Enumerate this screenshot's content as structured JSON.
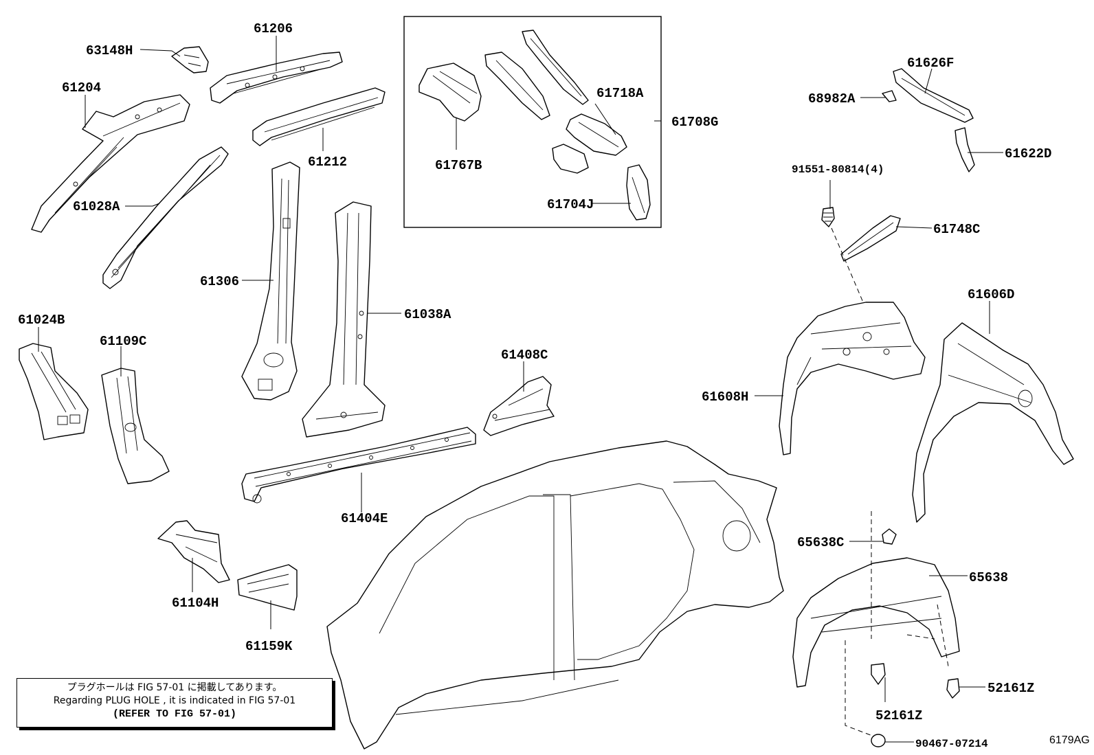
{
  "labels": {
    "p63148H": "63148H",
    "p61206": "61206",
    "p61204": "61204",
    "p61212": "61212",
    "p61028A": "61028A",
    "p61306": "61306",
    "p61038A": "61038A",
    "p61024B": "61024B",
    "p61109C": "61109C",
    "p61408C": "61408C",
    "p61404E": "61404E",
    "p61104H": "61104H",
    "p61159K": "61159K",
    "p61718A": "61718A",
    "p61708G": "61708G",
    "p61767B": "61767B",
    "p61704J": "61704J",
    "p61626F": "61626F",
    "p68982A": "68982A",
    "p61622D": "61622D",
    "p91551": "91551-80814(4)",
    "p61748C": "61748C",
    "p61606D": "61606D",
    "p61608H": "61608H",
    "p65638C": "65638C",
    "p65638": "65638",
    "p52161Z_a": "52161Z",
    "p52161Z_b": "52161Z",
    "p90467": "90467-07214"
  },
  "note": {
    "line1": "プラグホールは FIG 57-01 に掲載してあります。",
    "line2": "Regarding  PLUG  HOLE , it is indicated in FIG  57-01",
    "line3": "(REFER TO FIG 57-01)"
  },
  "figure_id": "6179AG"
}
